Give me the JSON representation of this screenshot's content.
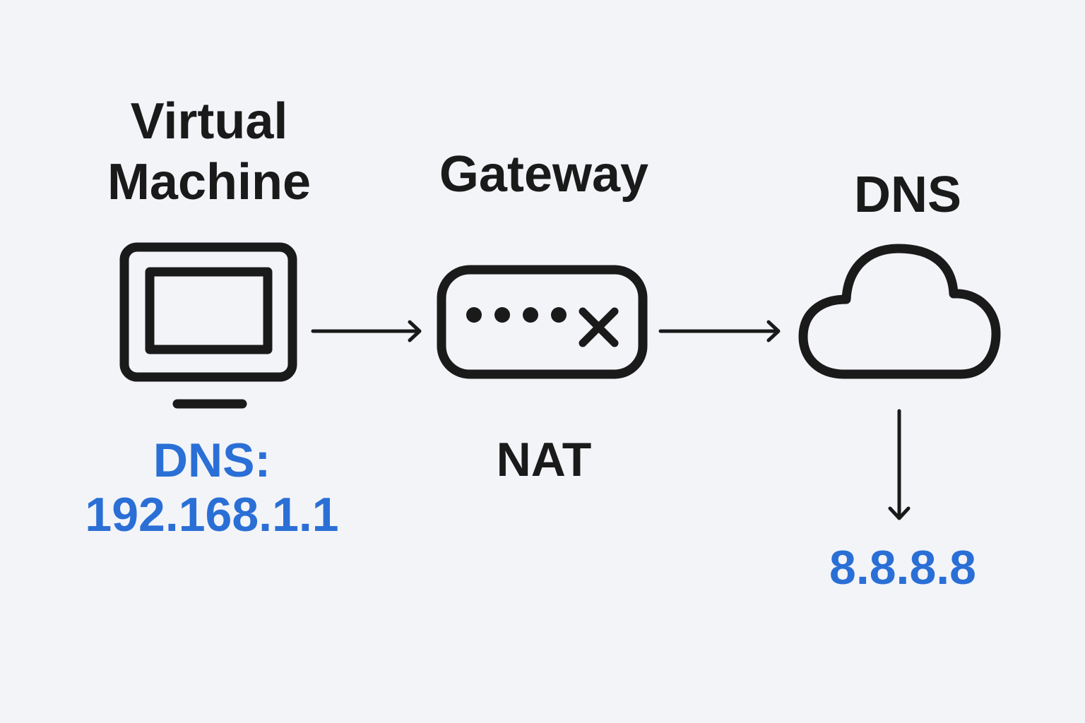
{
  "nodes": {
    "vm": {
      "title_line1": "Virtual",
      "title_line2": "Machine",
      "icon": "monitor-icon",
      "dns_label": "DNS:",
      "dns_value": "192.168.1.1"
    },
    "gateway": {
      "title": "Gateway",
      "icon": "router-icon",
      "sublabel": "NAT"
    },
    "dns": {
      "title": "DNS",
      "icon": "cloud-icon",
      "value": "8.8.8.8"
    }
  },
  "colors": {
    "background": "#f3f4f8",
    "stroke": "#1a1a1a",
    "accent_blue": "#2a6fd6"
  }
}
